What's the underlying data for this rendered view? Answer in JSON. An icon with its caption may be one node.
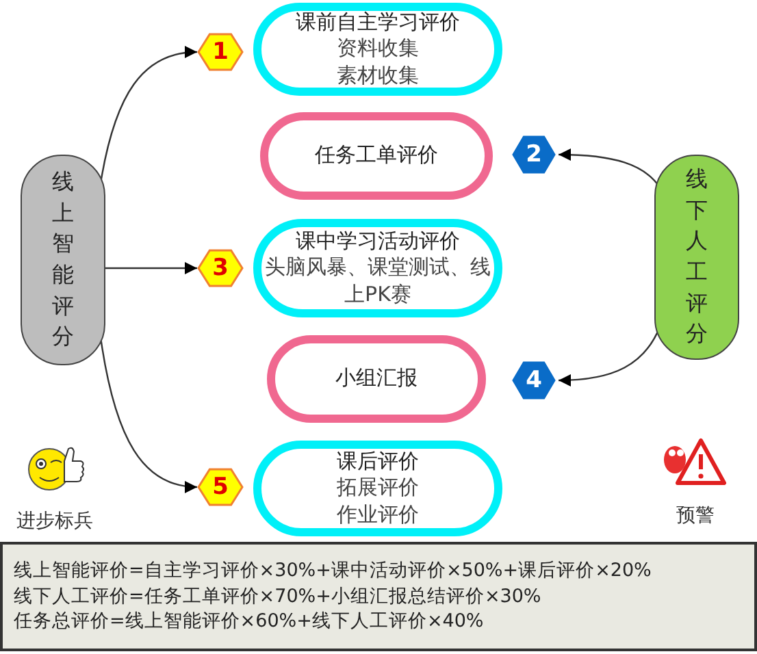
{
  "diagram": {
    "nodes": [
      {
        "text": [
          "线上智能评分"
        ]
      },
      {
        "text": [
          "1"
        ]
      },
      {
        "text": [
          "课前自主学习评价",
          "资料收集",
          "素材收集"
        ]
      },
      {
        "text": [
          "任务工单评价"
        ]
      },
      {
        "text": [
          "2"
        ]
      },
      {
        "text": [
          "线下人工评分"
        ]
      },
      {
        "text": [
          "3"
        ]
      },
      {
        "text": [
          "课中学习活动评价",
          "头脑风暴、课堂测试、线上PK赛"
        ]
      },
      {
        "text": [
          "小组汇报"
        ]
      },
      {
        "text": [
          "4"
        ]
      },
      {
        "text": [
          "5"
        ]
      },
      {
        "text": [
          "课后评价",
          "拓展评价",
          "作业评价"
        ]
      },
      {
        "text": [
          "线上智能评价=自主学习评价×30%+课中活动评价×50%+课后评价×20%",
          "线下人工评价=任务工单评价×70%+小组汇报总结评价×30%",
          "任务总评价=线上智能评价×60%+线下人工评价×40%"
        ]
      }
    ],
    "edges": [
      {
        "from": 0,
        "to": 1,
        "arrow": "to"
      },
      {
        "from": 0,
        "to": 6,
        "arrow": "to"
      },
      {
        "from": 0,
        "to": 10,
        "arrow": "to"
      },
      {
        "from": 5,
        "to": 4,
        "arrow": "to"
      },
      {
        "from": 5,
        "to": 9,
        "arrow": "to"
      }
    ],
    "labels": [
      "进步标兵",
      "预警"
    ]
  }
}
